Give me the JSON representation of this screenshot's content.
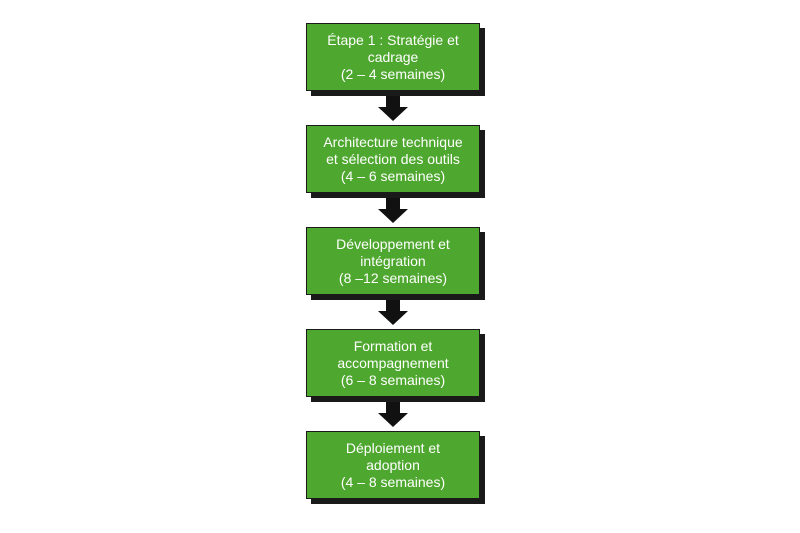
{
  "diagram": {
    "steps": [
      {
        "lines": [
          "Étape 1 : Stratégie et",
          "cadrage",
          "(2 – 4 semaines)"
        ]
      },
      {
        "lines": [
          "Architecture technique",
          "et sélection des outils",
          "(4 – 6 semaines)"
        ]
      },
      {
        "lines": [
          "Développement et",
          "intégration",
          "(8 –12 semaines)"
        ]
      },
      {
        "lines": [
          "Formation et",
          "accompagnement",
          "(6 – 8 semaines)"
        ]
      },
      {
        "lines": [
          "Déploiement et",
          "adoption",
          "(4 – 8 semaines)"
        ]
      }
    ],
    "colors": {
      "box_fill": "#4ea72e",
      "border": "#1a1a1a",
      "text": "#ffffff",
      "arrow": "#111111"
    }
  }
}
